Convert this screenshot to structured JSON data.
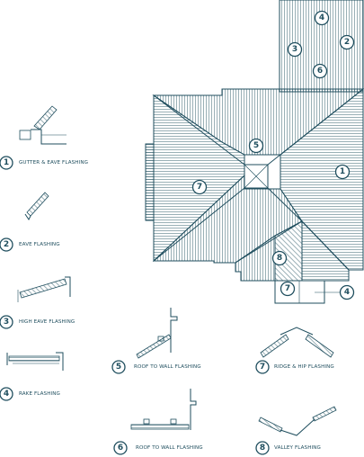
{
  "legend": [
    {
      "num": "1",
      "label": "GUTTER & EAVE FLASHING"
    },
    {
      "num": "2",
      "label": "EAVE FLASHING"
    },
    {
      "num": "3",
      "label": "HIGH EAVE FLASHING"
    },
    {
      "num": "4",
      "label": "RAKE FLASHING"
    },
    {
      "num": "5",
      "label": "ROOF TO WALL FLASHING"
    },
    {
      "num": "6",
      "label": "ROOF TO WALL FLASHING"
    },
    {
      "num": "7",
      "label": "RIDGE & HIP FLASHING"
    },
    {
      "num": "8",
      "label": "VALLEY FLASHING"
    }
  ],
  "roof_markers": [
    "4",
    "3",
    "2",
    "6",
    "5",
    "1",
    "7",
    "8",
    "7",
    "4"
  ],
  "colors": {
    "line": "#1f4e5e",
    "background": "#ffffff"
  }
}
